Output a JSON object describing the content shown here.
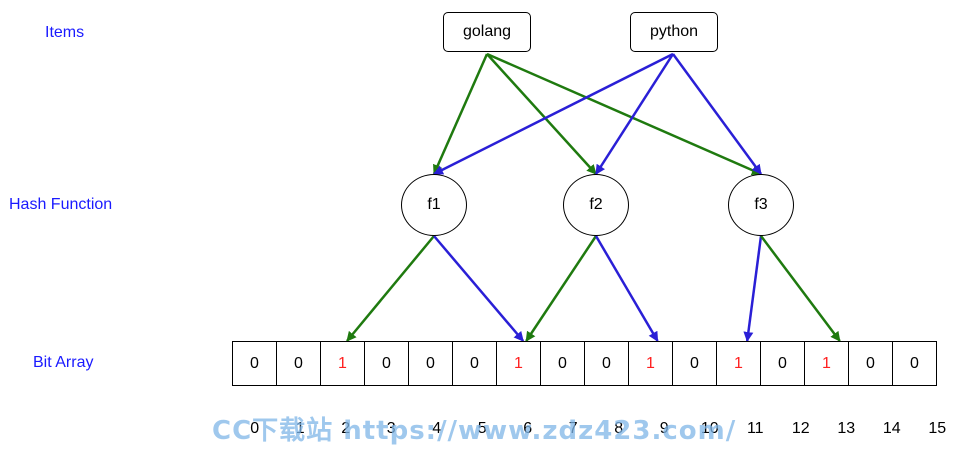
{
  "labels": {
    "items": "Items",
    "hash": "Hash Function",
    "bits": "Bit Array"
  },
  "items": [
    "golang",
    "python"
  ],
  "hash_functions": [
    "f1",
    "f2",
    "f3"
  ],
  "bit_array": [
    "0",
    "0",
    "1",
    "0",
    "0",
    "0",
    "1",
    "0",
    "0",
    "1",
    "0",
    "1",
    "0",
    "1",
    "0",
    "0"
  ],
  "indices": [
    "0",
    "1",
    "2",
    "3",
    "4",
    "5",
    "6",
    "7",
    "8",
    "9",
    "10",
    "11",
    "12",
    "13",
    "14",
    "15"
  ],
  "watermark": "CC下载站 https://www.zdz423.com/",
  "colors": {
    "golang_arrow": "#1f7a0f",
    "python_arrow": "#2a1fd6",
    "label": "#1a1aff",
    "set_bit": "#ff2020"
  },
  "edges": [
    {
      "from": "golang",
      "to": "f1",
      "color": "golang"
    },
    {
      "from": "golang",
      "to": "f2",
      "color": "golang"
    },
    {
      "from": "golang",
      "to": "f3",
      "color": "golang"
    },
    {
      "from": "python",
      "to": "f1",
      "color": "python"
    },
    {
      "from": "python",
      "to": "f2",
      "color": "python"
    },
    {
      "from": "python",
      "to": "f3",
      "color": "python"
    },
    {
      "from": "f1",
      "to_bit": 2,
      "color": "golang"
    },
    {
      "from": "f1",
      "to_bit": 6,
      "color": "python"
    },
    {
      "from": "f2",
      "to_bit": 6,
      "color": "golang"
    },
    {
      "from": "f2",
      "to_bit": 9,
      "color": "python"
    },
    {
      "from": "f3",
      "to_bit": 11,
      "color": "python"
    },
    {
      "from": "f3",
      "to_bit": 13,
      "color": "golang"
    }
  ]
}
